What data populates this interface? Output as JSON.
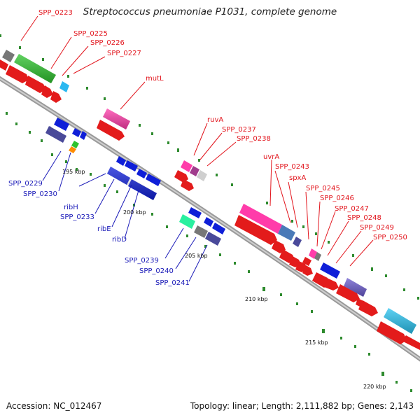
{
  "title": "Streptococcus pneumoniae P1031, complete genome",
  "accession": "Accession: NC_012467",
  "summary": "Topology: linear; Length: 2,111,882 bp; Genes: 2,143",
  "colors": {
    "forward_label": "#e2141c",
    "reverse_label": "#1a1ab8",
    "backbone": "#8c8c8c",
    "tick": "#2e8b2e"
  },
  "axis_labels": [
    "195 kbp",
    "200 kbp",
    "205 kbp",
    "210 kbp",
    "215 kbp",
    "220 kbp"
  ],
  "forward_genes": [
    "SPP_0223",
    "SPP_0225",
    "SPP_0226",
    "SPP_0227",
    "mutL",
    "ruvA",
    "SPP_0237",
    "SPP_0238",
    "uvrA",
    "SPP_0243",
    "spxA",
    "SPP_0245",
    "SPP_0246",
    "SPP_0247",
    "SPP_0248",
    "SPP_0249",
    "SPP_0250"
  ],
  "reverse_genes": [
    "SPP_0229",
    "SPP_0230",
    "ribH",
    "SPP_0233",
    "ribE",
    "ribD",
    "SPP_0239",
    "SPP_0240",
    "SPP_0241"
  ]
}
